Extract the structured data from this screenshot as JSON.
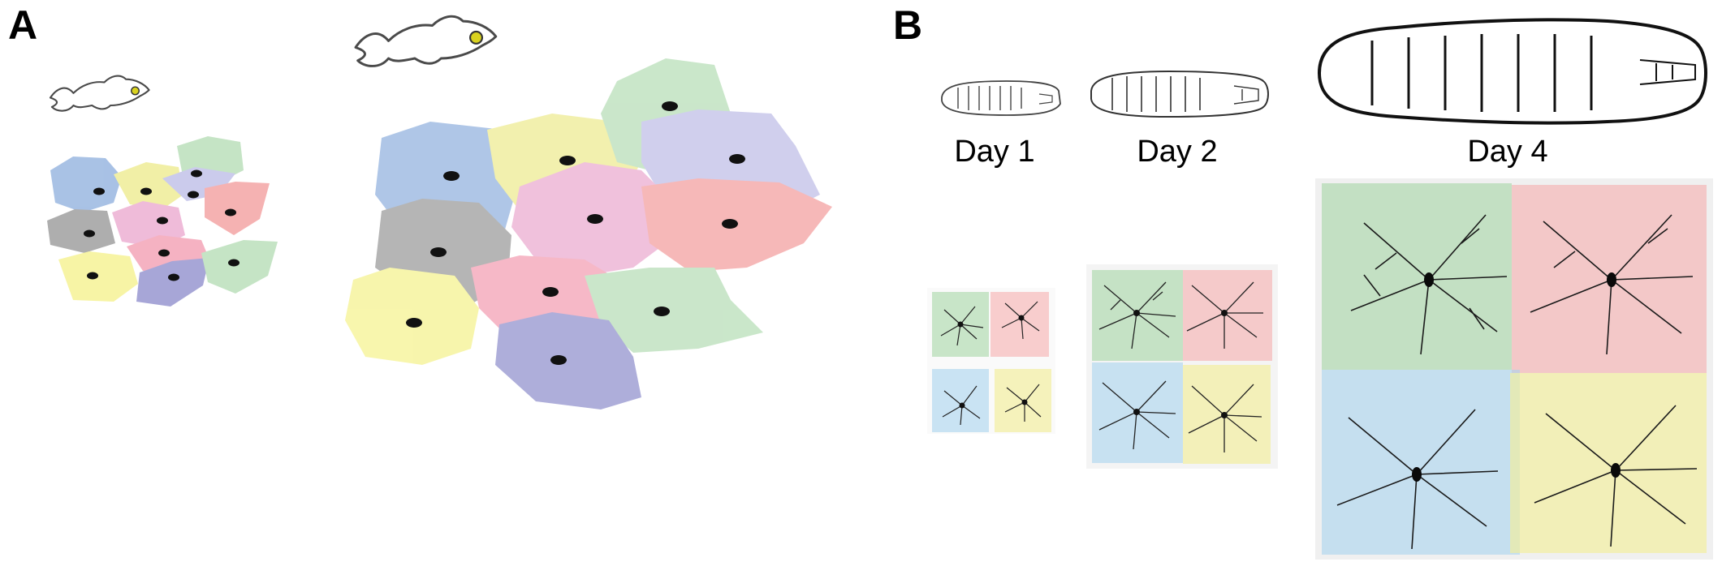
{
  "panels": [
    {
      "letter": "A"
    },
    {
      "letter": "B"
    }
  ],
  "days": [
    {
      "label": "Day 1"
    },
    {
      "label": "Day 2"
    },
    {
      "label": "Day 4"
    }
  ],
  "tile_colors": {
    "green": "#9fd39f",
    "pink": "#f5a7a7",
    "blue": "#a8d3ef",
    "yellow": "#f2ee9a",
    "gray": "#7a7a7a",
    "purple": "#6d6cbd",
    "magenta": "#e58fc0",
    "red": "#f07f7f",
    "lightblue": "#6f99d4",
    "lightyellow": "#e8e56c"
  },
  "icons": [
    "small-fish-icon",
    "large-fish-icon",
    "larva-day1-icon",
    "larva-day2-icon",
    "larva-day4-icon"
  ]
}
